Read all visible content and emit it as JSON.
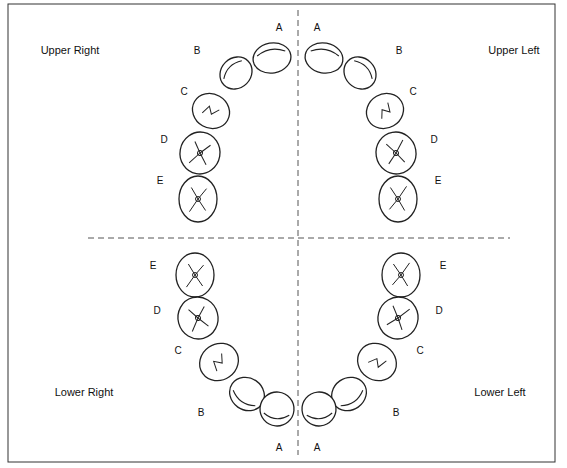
{
  "diagram": {
    "labels": [
      "A",
      "A",
      "B",
      "B",
      "Upper Right",
      "Upper Left",
      "C",
      "C",
      "D",
      "D",
      "E",
      "E",
      "E",
      "E",
      "D",
      "D",
      "Lower Right",
      "Lower Left",
      "C",
      "C",
      "B",
      "B",
      "A",
      "A"
    ]
  }
}
